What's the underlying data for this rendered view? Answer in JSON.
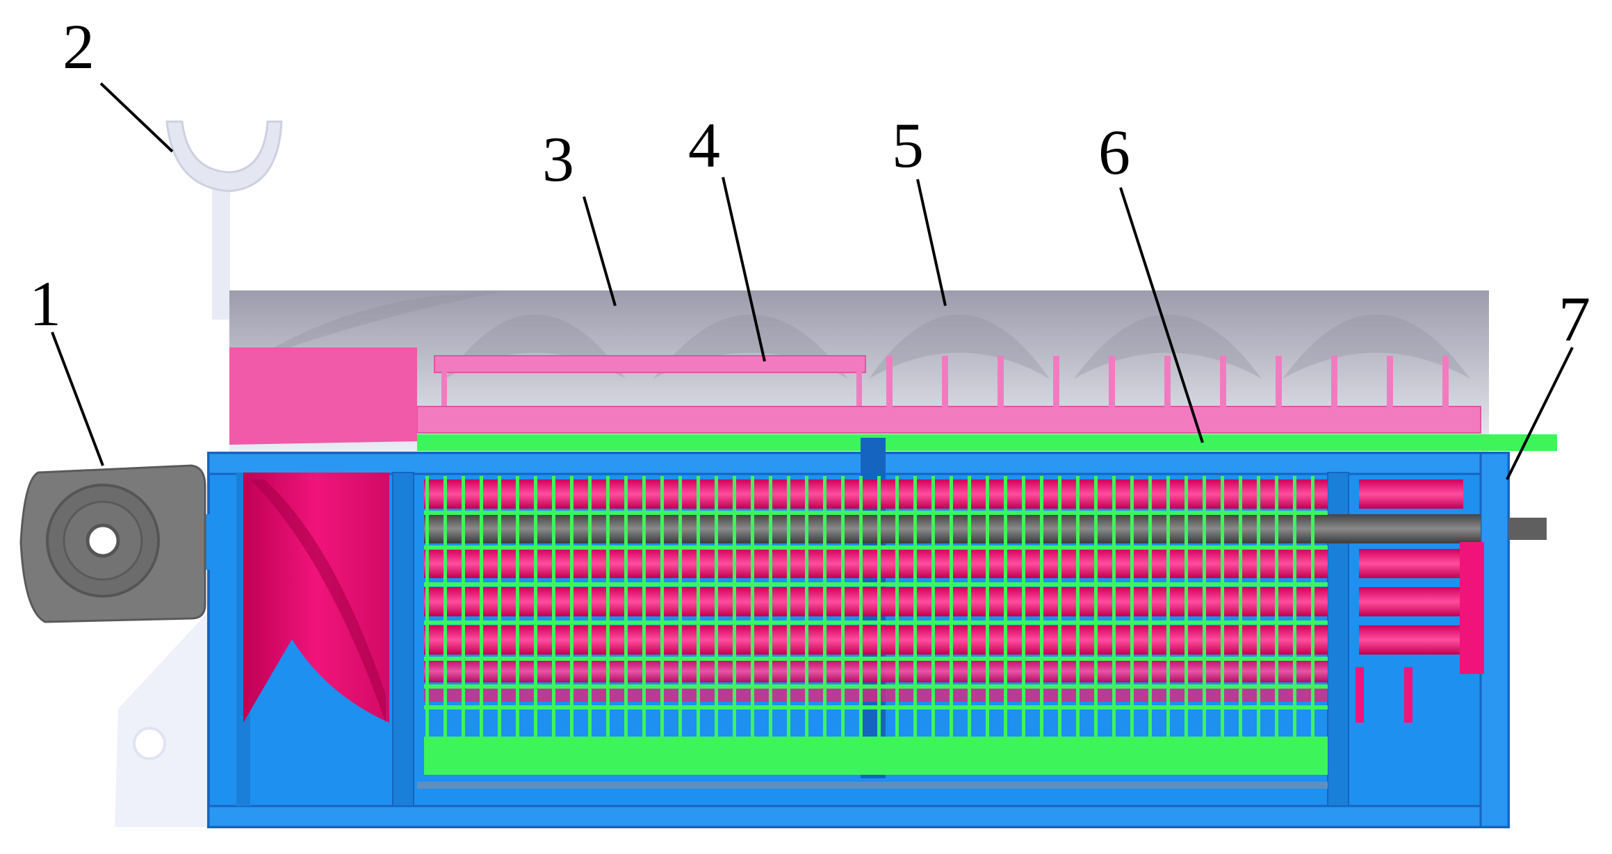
{
  "figure": {
    "labels": [
      {
        "id": "1",
        "text": "1"
      },
      {
        "id": "2",
        "text": "2"
      },
      {
        "id": "3",
        "text": "3"
      },
      {
        "id": "4",
        "text": "4"
      },
      {
        "id": "5",
        "text": "5"
      },
      {
        "id": "6",
        "text": "6"
      },
      {
        "id": "7",
        "text": "7"
      }
    ]
  },
  "colors": {
    "frame_blue": "#1E90F0",
    "frame_blue_dark": "#1565C0",
    "magenta": "#F0147A",
    "pink": "#F27BC0",
    "green": "#3DF55A",
    "gray_shaft": "#5F5F5F",
    "motor_gray": "#7A7A7A",
    "hood": "#B8B8C8"
  },
  "icons": {
    "motor": "gear-motor-icon",
    "hook": "lifting-hook-icon",
    "auger": "auger-flight-icon"
  }
}
